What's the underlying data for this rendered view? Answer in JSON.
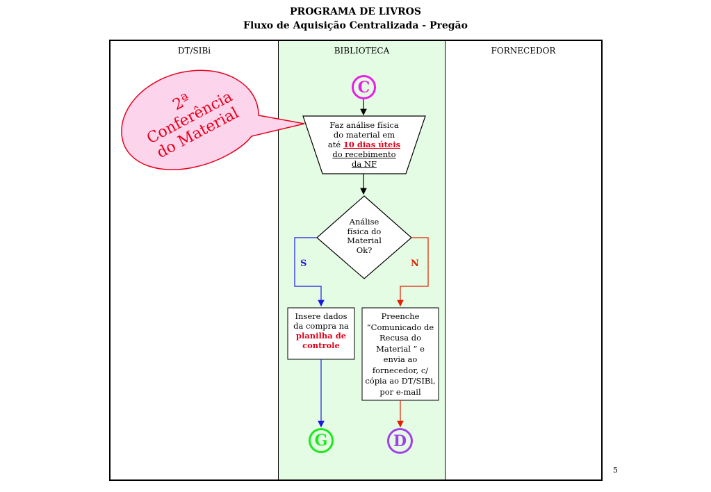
{
  "title": {
    "line1": "PROGRAMA DE LIVROS",
    "line2": "Fluxo de Aquisição Centralizada - Pregão"
  },
  "lanes": [
    "DT/SIBi",
    "BIBLIOTECA",
    "FORNECEDOR"
  ],
  "callout": {
    "line1": "2ª",
    "line2": "Conferência",
    "line3": "do Material",
    "color": "#e8001c"
  },
  "connectors": {
    "c": {
      "label": "C",
      "color": "#e81ee8"
    },
    "g": {
      "label": "G",
      "color": "#1ee81e"
    },
    "d": {
      "label": "D",
      "color": "#a040e8"
    }
  },
  "process_manual": {
    "line1": "Faz análise física",
    "line2": "do material em",
    "line3_pre": "até ",
    "line3_highlight": "10 dias úteis",
    "line4": "do recebimento",
    "line5": "da NF"
  },
  "decision": {
    "line1": "Análise",
    "line2": "física do",
    "line3": "Material",
    "line4": "Ok?"
  },
  "branches": {
    "yes": {
      "label": "S",
      "color": "#1a1ae0"
    },
    "no": {
      "label": "N",
      "color": "#e02000"
    }
  },
  "box_yes": {
    "line1": "Insere dados",
    "line2": "da compra na",
    "line3": "planilha de",
    "line4": "controle"
  },
  "box_no": {
    "line1": "Preenche",
    "line2": "“Comunicado de",
    "line3": "Recusa do",
    "line4": "Material ” e",
    "line5": "envia ao",
    "line6": "fornecedor, c/",
    "line7": "cópia ao DT/SIBi,",
    "line8": "por e-mail"
  },
  "page_number": "5",
  "colors": {
    "lane_bg": "#e4fce4",
    "callout_fill": "#fcd4ec",
    "highlight": "#e0001a"
  }
}
